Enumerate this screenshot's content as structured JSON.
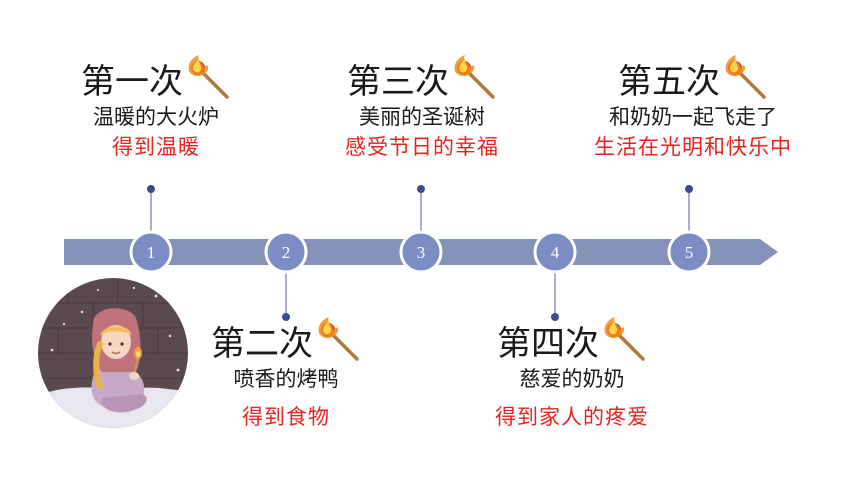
{
  "events": [
    {
      "num": "1",
      "title": "第一次",
      "scene": "温暖的大火炉",
      "result": "得到温暖"
    },
    {
      "num": "2",
      "title": "第二次",
      "scene": "喷香的烤鸭",
      "result": "得到食物"
    },
    {
      "num": "3",
      "title": "第三次",
      "scene": "美丽的圣诞树",
      "result": "感受节日的幸福"
    },
    {
      "num": "4",
      "title": "第四次",
      "scene": "慈爱的奶奶",
      "result": "得到家人的疼爱"
    },
    {
      "num": "5",
      "title": "第五次",
      "scene": "和奶奶一起飞走了",
      "result": "生活在光明和快乐中"
    }
  ],
  "colors": {
    "arrow": "#8593bb",
    "node": "#7c8cc4",
    "node_border": "#ffffff",
    "result": "#e8231f",
    "connector": "#3a4b8f"
  },
  "icons": {
    "match": "burning-match-icon",
    "portrait": "match-girl-illustration"
  }
}
